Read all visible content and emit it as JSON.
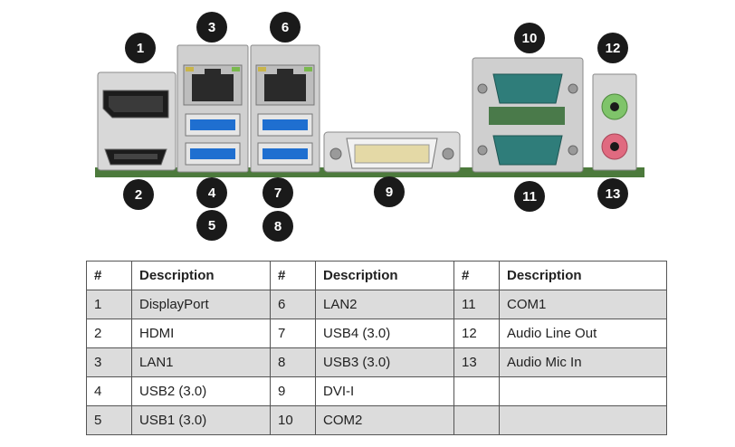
{
  "callouts": [
    "1",
    "2",
    "3",
    "4",
    "5",
    "6",
    "7",
    "8",
    "9",
    "10",
    "11",
    "12",
    "13"
  ],
  "table": {
    "headers": [
      "#",
      "Description",
      "#",
      "Description",
      "#",
      "Description"
    ],
    "rows": [
      [
        "1",
        "DisplayPort",
        "6",
        "LAN2",
        "11",
        "COM1"
      ],
      [
        "2",
        "HDMI",
        "7",
        "USB4 (3.0)",
        "12",
        "Audio Line Out"
      ],
      [
        "3",
        "LAN1",
        "8",
        "USB3 (3.0)",
        "13",
        "Audio Mic In"
      ],
      [
        "4",
        "USB2 (3.0)",
        "9",
        "DVI-I",
        "",
        ""
      ],
      [
        "5",
        "USB1 (3.0)",
        "10",
        "COM2",
        "",
        ""
      ]
    ]
  },
  "colors": {
    "callout": "#1a1a1a",
    "board": "#4c7a3c",
    "usb_blue": "#1f6fd0",
    "serial_teal": "#2f7d7a",
    "audio_green": "#7fc46a",
    "audio_pink": "#e06a80",
    "row_shade": "#dcdcdc"
  },
  "icons": [
    "displayport-connector",
    "hdmi-connector",
    "rj45-lan-port",
    "usb-3-port",
    "dvi-i-connector",
    "db9-serial-port",
    "audio-jack"
  ]
}
